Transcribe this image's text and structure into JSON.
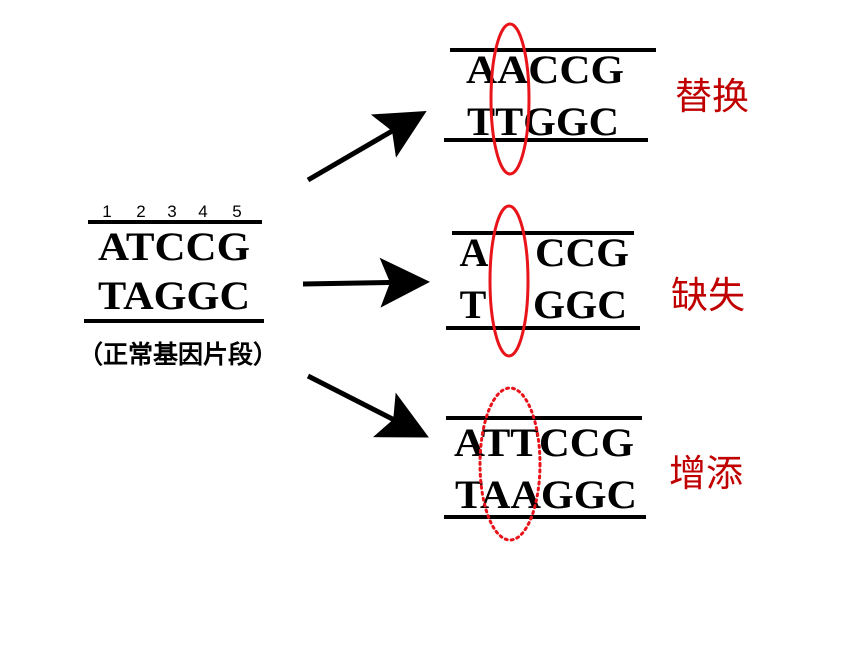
{
  "colors": {
    "ink": "#000000",
    "mutation_red": "#e8141a",
    "label_red": "#c00000"
  },
  "normal": {
    "positions": [
      "1",
      "2",
      "3",
      "4",
      "5"
    ],
    "top_strand": "ATCCG",
    "bottom_strand": "TAGGC",
    "caption": "（正常基因片段）"
  },
  "mutations": [
    {
      "id": "substitution",
      "top_strand": "AACCG",
      "bottom_strand": "TTGGC",
      "label": "替换",
      "marker": "solid-ellipse"
    },
    {
      "id": "deletion",
      "top_left": "A",
      "top_right": "CCG",
      "bottom_left": "T",
      "bottom_right": "GGC",
      "label": "缺失",
      "marker": "solid-ellipse"
    },
    {
      "id": "insertion",
      "top_strand": "ATTCCG",
      "bottom_strand": "TAAGGC",
      "label": "增添",
      "marker": "dotted-ellipse"
    }
  ]
}
